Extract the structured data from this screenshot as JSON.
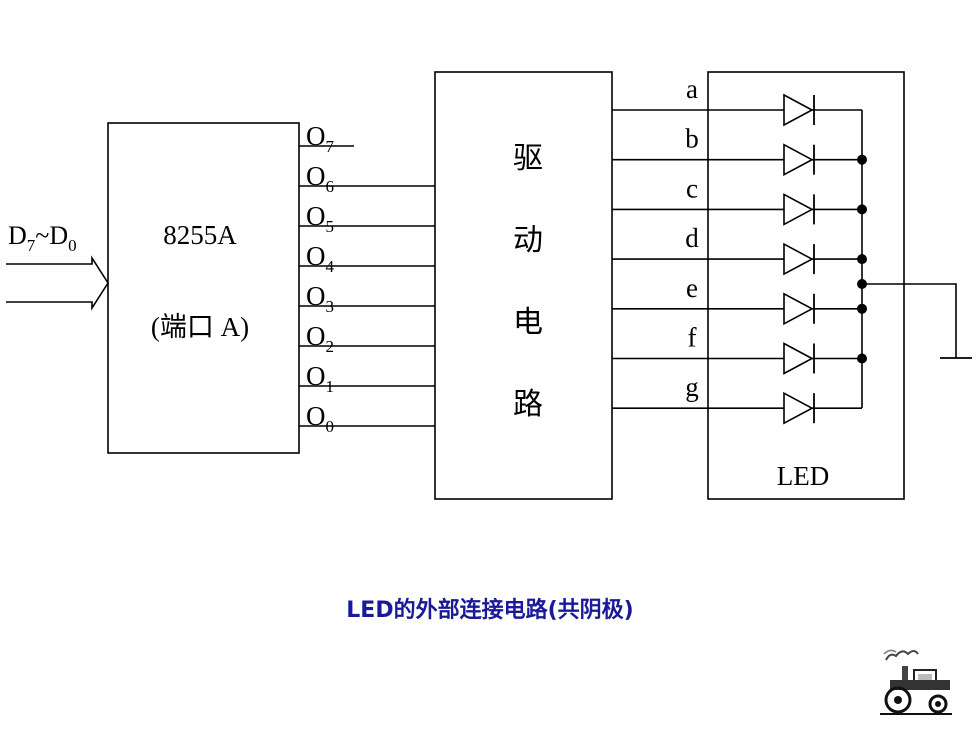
{
  "diagram": {
    "input_label": {
      "base1": "D",
      "sub1": "7",
      "tilde": "~",
      "base2": "D",
      "sub2": "0"
    },
    "chip": {
      "name": "8255A",
      "port": "(端口 A)"
    },
    "outputs": [
      {
        "base": "O",
        "sub": "7"
      },
      {
        "base": "O",
        "sub": "6"
      },
      {
        "base": "O",
        "sub": "5"
      },
      {
        "base": "O",
        "sub": "4"
      },
      {
        "base": "O",
        "sub": "3"
      },
      {
        "base": "O",
        "sub": "2"
      },
      {
        "base": "O",
        "sub": "1"
      },
      {
        "base": "O",
        "sub": "0"
      }
    ],
    "driver_chars": [
      "驱",
      "动",
      "电",
      "路"
    ],
    "segments": [
      "a",
      "b",
      "c",
      "d",
      "e",
      "f",
      "g"
    ],
    "led_label": "LED",
    "caption": "LED的外部连接电路(共阴极)",
    "colors": {
      "line": "#000000",
      "caption": "#1a1a99"
    },
    "icons": [
      "tractor-icon"
    ]
  }
}
